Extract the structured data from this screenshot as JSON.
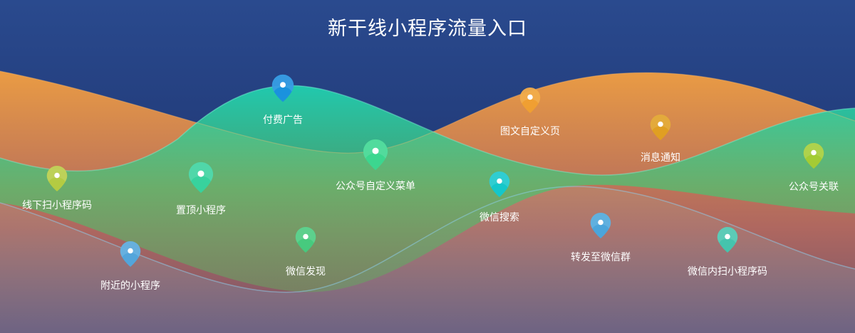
{
  "title": "新干线小程序流量入口",
  "entries": [
    {
      "label": "付费广告",
      "color": "#1a8fe0"
    },
    {
      "label": "图文自定义页",
      "color": "#f0a030"
    },
    {
      "label": "消息通知",
      "color": "#e0a020"
    },
    {
      "label": "公众号关联",
      "color": "#a8cc30"
    },
    {
      "label": "线下扫小程序码",
      "color": "#b8cc40"
    },
    {
      "label": "置顶小程序",
      "color": "#36d4a0"
    },
    {
      "label": "公众号自定义菜单",
      "color": "#3ad890"
    },
    {
      "label": "微信搜索",
      "color": "#10c8d0"
    },
    {
      "label": "附近的小程序",
      "color": "#4fa8e0"
    },
    {
      "label": "微信发现",
      "color": "#44cc80"
    },
    {
      "label": "转发至微信群",
      "color": "#46a8e0"
    },
    {
      "label": "微信内扫小程序码",
      "color": "#40c8b0"
    }
  ]
}
